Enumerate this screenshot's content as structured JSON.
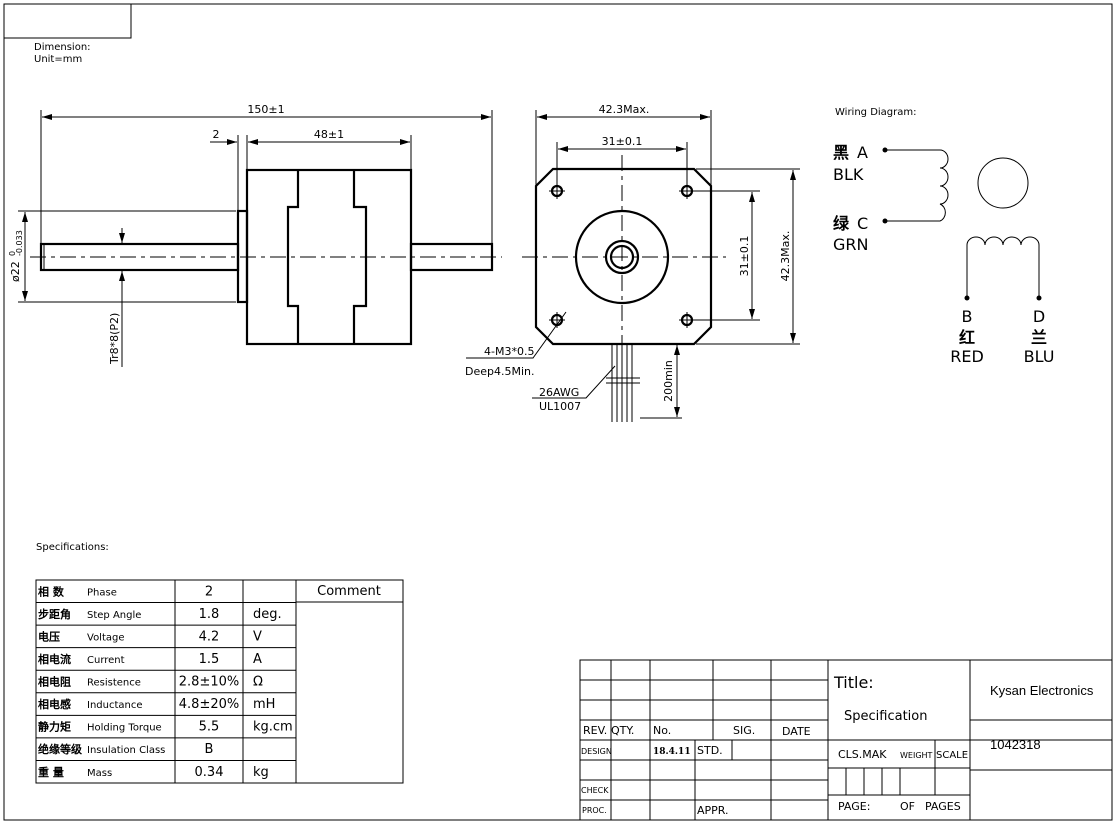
{
  "header": {
    "dimension_label": "Dimension:",
    "unit_label": "Unit=mm"
  },
  "side_view": {
    "overall_length": "150±1",
    "flange_thickness": "2",
    "body_length": "48±1",
    "flange_diameter": "ø22",
    "flange_tol_upper": "0",
    "flange_tol_lower": "-0.033",
    "thread": "Tr8*8(P2)"
  },
  "front_view": {
    "width": "42.3Max.",
    "hole_spacing_h": "31±0.1",
    "hole_spacing_v": "31±0.1",
    "height": "42.3Max.",
    "screw_spec": "4-M3*0.5",
    "screw_depth": "Deep4.5Min.",
    "wire_gauge": "26AWG",
    "wire_type": "UL1007",
    "lead_length": "200min"
  },
  "wiring": {
    "title": "Wiring Diagram:",
    "a": {
      "cn": "黑",
      "pin": "A",
      "color": "BLK"
    },
    "c": {
      "cn": "绿",
      "pin": "C",
      "color": "GRN"
    },
    "b": {
      "cn": "红",
      "pin": "B",
      "color": "RED"
    },
    "d": {
      "cn": "兰",
      "pin": "D",
      "color": "BLU"
    }
  },
  "specs": {
    "title": "Specifications:",
    "comment_header": "Comment",
    "rows": [
      {
        "cn": "相  数",
        "en": "Phase",
        "value": "2",
        "unit": ""
      },
      {
        "cn": "步距角",
        "en": "Step Angle",
        "value": "1.8",
        "unit": "deg."
      },
      {
        "cn": "电压",
        "en": "Voltage",
        "value": "4.2",
        "unit": "V"
      },
      {
        "cn": "相电流",
        "en": "Current",
        "value": "1.5",
        "unit": "A"
      },
      {
        "cn": "相电阻",
        "en": "Resistence",
        "value": "2.8±10%",
        "unit": "Ω"
      },
      {
        "cn": "相电感",
        "en": "Inductance",
        "value": "4.8±20%",
        "unit": "mH"
      },
      {
        "cn": "静力矩",
        "en": "Holding Torque",
        "value": "5.5",
        "unit": "kg.cm"
      },
      {
        "cn": "绝缘等级",
        "en": "Insulation Class",
        "value": "B",
        "unit": ""
      },
      {
        "cn": "重  量",
        "en": "Mass",
        "value": "0.34",
        "unit": "kg"
      }
    ]
  },
  "title_block": {
    "rev": "REV.",
    "qty": "QTY.",
    "no": "No.",
    "sig": "SIG.",
    "date": "DATE",
    "design": "DESIGN",
    "design_date": "18.4.11",
    "std": "STD.",
    "check": "CHECK",
    "proc": "PROC.",
    "appr": "APPR.",
    "title_label": "Title:",
    "title_value": "Specification",
    "cls_mak": "CLS.MAK",
    "weight": "WEIGHT",
    "scale": "SCALE",
    "page": "PAGE:",
    "of": "OF",
    "pages": "PAGES",
    "company": "Kysan Electronics",
    "part_number": "1042318"
  }
}
